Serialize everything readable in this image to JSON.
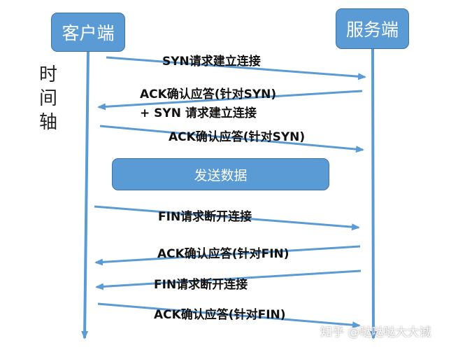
{
  "client_label": "客户端",
  "server_label": "服务端",
  "time_axis": [
    "时",
    "间",
    "轴"
  ],
  "data_transfer_label": "发送数据",
  "messages": [
    {
      "text": "SYN请求建立连接",
      "direction": "to-server"
    },
    {
      "text": "ACK确认应答(针对SYN)",
      "direction": "to-client"
    },
    {
      "text": "+ SYN 请求建立连接",
      "direction": "to-client"
    },
    {
      "text": "ACK确认应答(针对SYN)",
      "direction": "to-server"
    },
    {
      "text": "FIN请求断开连接",
      "direction": "to-server"
    },
    {
      "text": "ACK确认应答(针对FIN)",
      "direction": "to-client"
    },
    {
      "text": "FIN请求断开连接",
      "direction": "to-client"
    },
    {
      "text": "ACK确认应答(针对FIN)",
      "direction": "to-server"
    }
  ],
  "watermark": "知乎 @哒哒哒大大诚",
  "colors": {
    "box_fill": "#5b9bd5",
    "box_border": "#41719c",
    "line": "#5b9bd5"
  }
}
